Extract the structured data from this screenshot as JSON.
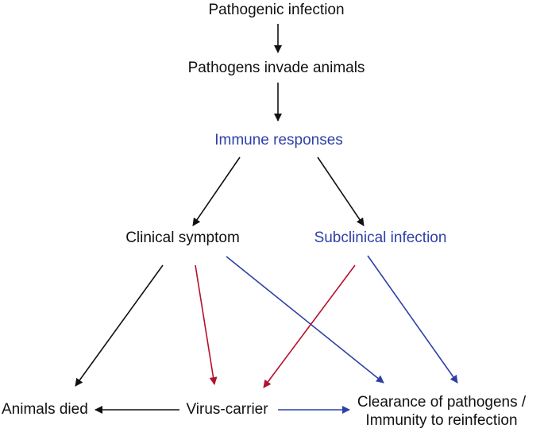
{
  "colors": {
    "black": "#111111",
    "blue": "#2e40a8",
    "red": "#b3122e"
  },
  "nodes": {
    "pathogenic_infection": "Pathogenic infection",
    "pathogens_invade": "Pathogens invade animals",
    "immune_responses": "Immune responses",
    "clinical_symptom": "Clinical symptom",
    "subclinical_infection": "Subclinical infection",
    "animals_died": "Animals died",
    "virus_carrier": "Virus-carrier",
    "clearance_line1": "Clearance of pathogens /",
    "clearance_line2": "Immunity to reinfection"
  },
  "edges": [
    {
      "from": "pathogenic_infection",
      "to": "pathogens_invade",
      "color": "black"
    },
    {
      "from": "pathogens_invade",
      "to": "immune_responses",
      "color": "black"
    },
    {
      "from": "immune_responses",
      "to": "clinical_symptom",
      "color": "black"
    },
    {
      "from": "immune_responses",
      "to": "subclinical_infection",
      "color": "black"
    },
    {
      "from": "clinical_symptom",
      "to": "animals_died",
      "color": "black"
    },
    {
      "from": "clinical_symptom",
      "to": "virus_carrier",
      "color": "red"
    },
    {
      "from": "clinical_symptom",
      "to": "clearance",
      "color": "blue"
    },
    {
      "from": "subclinical_infection",
      "to": "virus_carrier",
      "color": "red"
    },
    {
      "from": "subclinical_infection",
      "to": "clearance",
      "color": "blue"
    },
    {
      "from": "virus_carrier",
      "to": "animals_died",
      "color": "black"
    },
    {
      "from": "virus_carrier",
      "to": "clearance",
      "color": "blue"
    }
  ]
}
